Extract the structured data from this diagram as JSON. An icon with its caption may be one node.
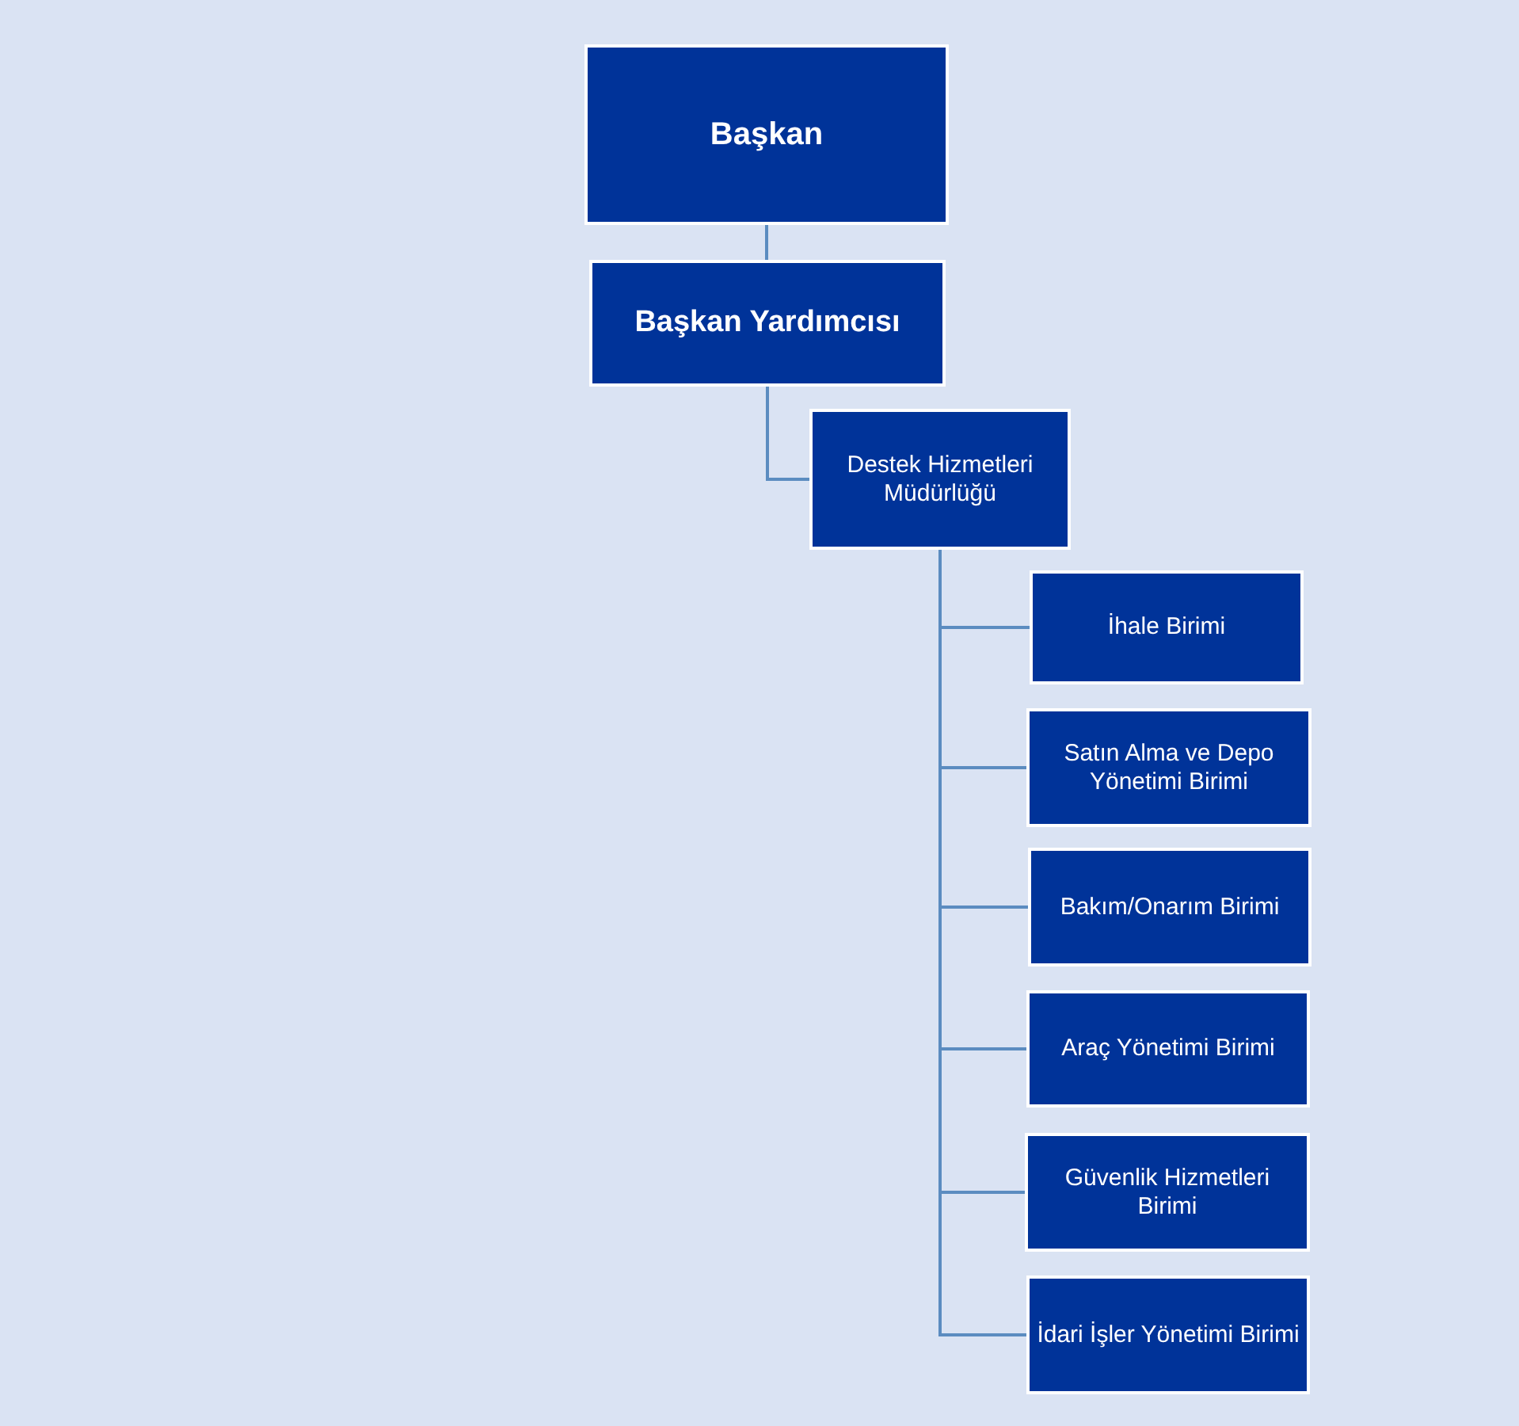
{
  "diagram": {
    "nodes": [
      {
        "text": [
          "Başkan"
        ]
      },
      {
        "text": [
          "Başkan Yardımcısı"
        ]
      },
      {
        "text": [
          "Destek Hizmetleri Müdürlüğü"
        ]
      },
      {
        "text": [
          "İhale Birimi"
        ]
      },
      {
        "text": [
          "Satın Alma ve Depo Yönetimi Birimi"
        ]
      },
      {
        "text": [
          "Bakım/Onarım Birimi"
        ]
      },
      {
        "text": [
          "Araç Yönetimi Birimi"
        ]
      },
      {
        "text": [
          "Güvenlik Hizmetleri Birimi"
        ]
      },
      {
        "text": [
          "İdari İşler Yönetimi Birimi"
        ]
      }
    ],
    "edges": [
      {
        "from": 0,
        "to": 1,
        "arrow": "none"
      },
      {
        "from": 1,
        "to": 2,
        "arrow": "none"
      },
      {
        "from": 2,
        "to": 3,
        "arrow": "none"
      },
      {
        "from": 2,
        "to": 4,
        "arrow": "none"
      },
      {
        "from": 2,
        "to": 5,
        "arrow": "none"
      },
      {
        "from": 2,
        "to": 6,
        "arrow": "none"
      },
      {
        "from": 2,
        "to": 7,
        "arrow": "none"
      },
      {
        "from": 2,
        "to": 8,
        "arrow": "none"
      }
    ]
  }
}
